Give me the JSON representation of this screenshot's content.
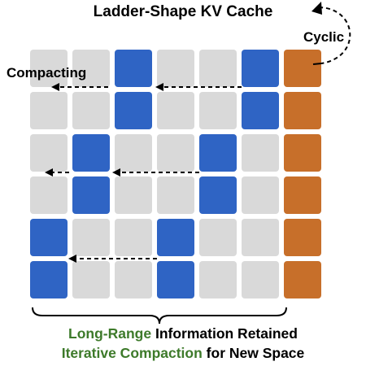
{
  "title": "Ladder-Shape KV Cache",
  "labels": {
    "cyclic": "Cyclic",
    "compacting": "Compacting"
  },
  "caption": {
    "line1_highlight": "Long-Range",
    "line1_rest": " Information Retained",
    "line2_highlight": "Iterative Compaction",
    "line2_rest": " for New Space"
  },
  "colors": {
    "empty": "#d9d9d9",
    "retained": "#2f64c4",
    "recent": "#c76f2a",
    "highlight_text": "#3d7a2a"
  },
  "grid": {
    "rows": 6,
    "cols": 7,
    "cells": [
      [
        "empty",
        "empty",
        "retained",
        "empty",
        "empty",
        "retained",
        "recent"
      ],
      [
        "empty",
        "empty",
        "retained",
        "empty",
        "empty",
        "retained",
        "recent"
      ],
      [
        "empty",
        "retained",
        "empty",
        "empty",
        "retained",
        "empty",
        "recent"
      ],
      [
        "empty",
        "retained",
        "empty",
        "empty",
        "retained",
        "empty",
        "recent"
      ],
      [
        "retained",
        "empty",
        "empty",
        "retained",
        "empty",
        "empty",
        "recent"
      ],
      [
        "retained",
        "empty",
        "empty",
        "retained",
        "empty",
        "empty",
        "recent"
      ]
    ]
  }
}
